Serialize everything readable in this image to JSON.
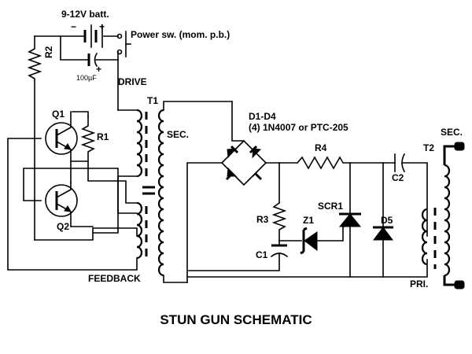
{
  "title": "STUN GUN SCHEMATIC",
  "labels": {
    "battery": "9-12V batt.",
    "battery_minus": "−",
    "battery_plus": "+",
    "power_switch": "Power sw. (mom. p.b.)",
    "r2": "R2",
    "cap_plus": "+",
    "cap_value": "100µF",
    "drive": "DRIVE",
    "t1": "T1",
    "q1": "Q1",
    "r1": "R1",
    "q2": "Q2",
    "t1_sec": "SEC.",
    "feedback": "FEEDBACK",
    "d1_d4": "D1-D4",
    "diode_part": "(4) 1N4007 or PTC-205",
    "r4": "R4",
    "c2": "C2",
    "t2": "T2",
    "t2_sec": "SEC.",
    "r3": "R3",
    "z1": "Z1",
    "scr1": "SCR1",
    "d5": "D5",
    "c1": "C1",
    "pri": "PRI."
  }
}
